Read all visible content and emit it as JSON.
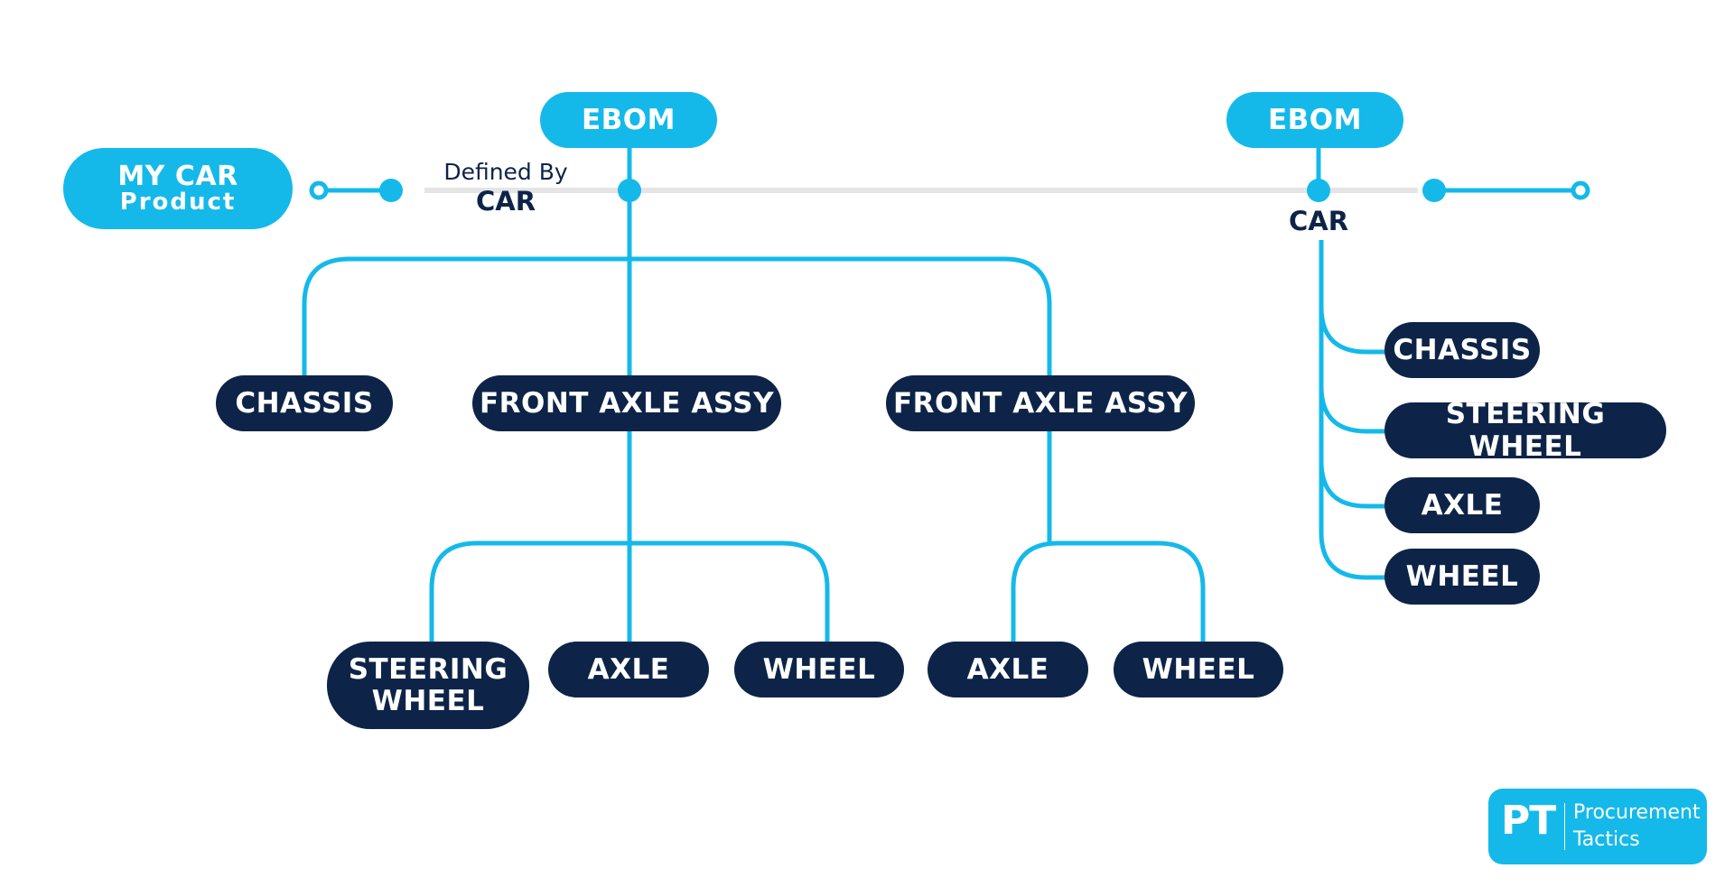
{
  "colors": {
    "accent": "#14b9ea",
    "dark": "#0d2448",
    "timeline": "#e5e5e5"
  },
  "product": {
    "title": "MY CAR",
    "subtitle": "Product"
  },
  "defined_by": {
    "prefix": "Defined By",
    "name": "CAR"
  },
  "ebom_left": {
    "label": "EBOM"
  },
  "ebom_right": {
    "label": "EBOM",
    "car_label": "CAR"
  },
  "left_tree": {
    "level1": [
      "CHASSIS",
      "FRONT AXLE ASSY",
      "FRONT AXLE ASSY"
    ],
    "level2_a": [
      "STEERING WHEEL",
      "AXLE",
      "WHEEL"
    ],
    "level2_b": [
      "AXLE",
      "WHEEL"
    ]
  },
  "right_tree": {
    "items": [
      "CHASSIS",
      "STEERING WHEEL",
      "AXLE",
      "WHEEL"
    ]
  },
  "logo": {
    "mark": "PT",
    "line1": "Procurement",
    "line2": "Tactics"
  }
}
